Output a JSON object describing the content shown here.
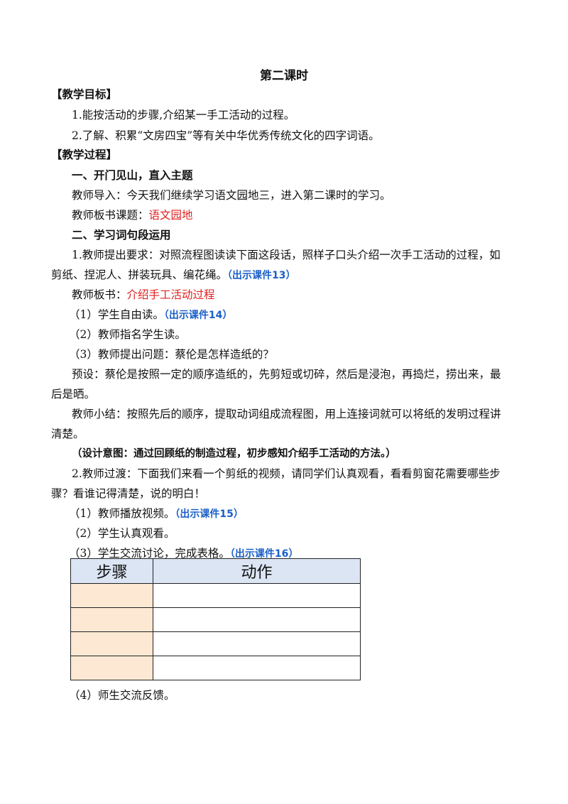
{
  "title": "第二课时",
  "goals": {
    "heading": "【教学目标】",
    "items": [
      "1.能按活动的步骤,介绍某一手工活动的过程。",
      "2.了解、积累“文房四宝”等有关中华优秀传统文化的四字词语。"
    ]
  },
  "process": {
    "heading": "【教学过程】",
    "section1": {
      "title": "一、开门见山，直入主题",
      "intro": "教师导入：今天我们继续学习语文园地三，进入第二课时的学习。",
      "board_prefix": "教师板书课题：",
      "board_red": "语文园地"
    },
    "section2": {
      "title": "二、学习词句段运用",
      "p1_line1": "1.教师提出要求：对照流程图读读下面这段话，照样子口头介绍一次手工活动的过程，如",
      "p1_line2_text": "剪纸、捏泥人、拼装玩具、编花绳。",
      "p1_line2_blue": "（出示课件13）",
      "board2_prefix": "教师板书：",
      "board2_red": "介绍手工活动过程",
      "s1_text": "（1）学生自由读。",
      "s1_blue": "（出示课件14）",
      "s2": "（2）教师指名学生读。",
      "s3": "（3）教师提出问题：蔡伦是怎样造纸的？",
      "preset_line1": "预设：蔡伦是按照一定的顺序造纸的，先剪短或切碎，然后是浸泡，再捣烂，捞出来，最",
      "preset_line2": "后是晒。",
      "summary_line1": "教师小结：按照先后的顺序，提取动词组成流程图，用上连接词就可以将纸的发明过程讲",
      "summary_line2": "清楚。",
      "design_label": "（设计意图：",
      "design_text": "通过回顾纸的制造过程，初步感知介绍手工活动的方法。）",
      "p2_line1": "2.教师过渡：下面我们来看一个剪纸的视频，请同学们认真观看，看看剪窗花需要哪些步",
      "p2_line2": "骤？看谁记得清楚，说的明白！",
      "t1_text": "（1）教师播放视频。",
      "t1_blue": "（出示课件15）",
      "t2": "（2）学生认真观看。",
      "t3_text": "（3）学生交流讨论，完成表格。",
      "t3_blue": "（出示课件16）",
      "table": {
        "headers": [
          "步骤",
          "动作"
        ],
        "rows": [
          [
            "",
            ""
          ],
          [
            "",
            ""
          ],
          [
            "",
            ""
          ],
          [
            "",
            ""
          ]
        ]
      },
      "t4": "（4）师生交流反馈。"
    }
  },
  "colors": {
    "red": "#e02020",
    "blue": "#1a5fc8",
    "header_bg": "#dbe5f4",
    "step_bg": "#fde9d3"
  }
}
